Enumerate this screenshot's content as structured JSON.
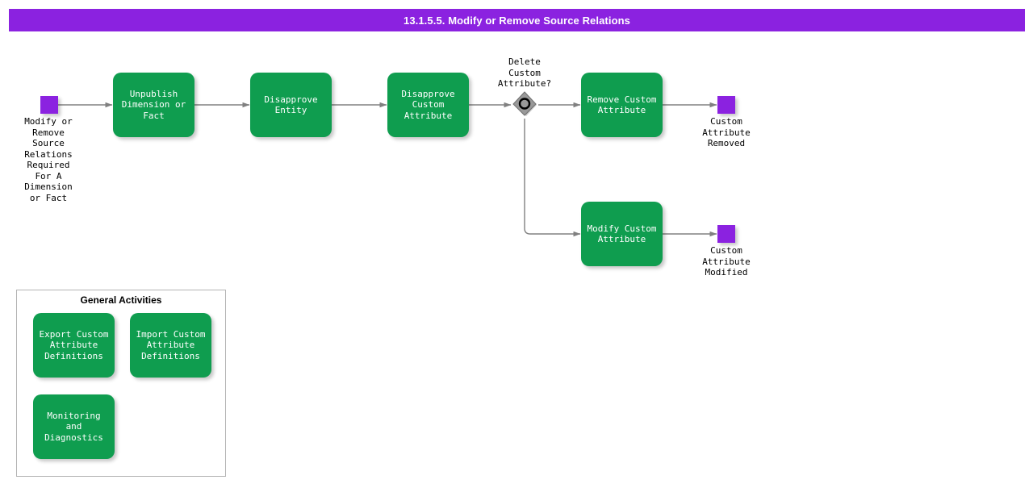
{
  "title_bar": {
    "text": "13.1.5.5. Modify or Remove Source Relations",
    "background": "#8b22e0",
    "text_color": "#ffffff"
  },
  "colors": {
    "task_green": "#0f9d4f",
    "event_purple": "#8b22e0",
    "gateway_gray": "#999999",
    "connector_gray": "#808080",
    "panel_border": "#b4b4b4"
  },
  "start_event": {
    "name": "start-event",
    "label": "Modify or\nRemove\nSource\nRelations\nRequired\nFor A\nDimension\nor Fact"
  },
  "tasks": [
    {
      "id": "unpublish-dimension-or-fact",
      "label": "Unpublish\nDimension or\nFact"
    },
    {
      "id": "disapprove-entity",
      "label": "Disapprove\nEntity"
    },
    {
      "id": "disapprove-custom-attribute",
      "label": "Disapprove\nCustom\nAttribute"
    },
    {
      "id": "remove-custom-attribute",
      "label": "Remove Custom\nAttribute"
    },
    {
      "id": "modify-custom-attribute",
      "label": "Modify Custom\nAttribute"
    }
  ],
  "gateway": {
    "id": "delete-custom-attribute-gateway",
    "label": "Delete\nCustom\nAttribute?",
    "type": "inclusive"
  },
  "end_events": [
    {
      "id": "custom-attribute-removed",
      "label": "Custom\nAttribute\nRemoved"
    },
    {
      "id": "custom-attribute-modified",
      "label": "Custom\nAttribute\nModified"
    }
  ],
  "general_activities": {
    "title": "General Activities",
    "items": [
      {
        "id": "export-custom-attribute-definitions",
        "label": "Export Custom\nAttribute\nDefinitions"
      },
      {
        "id": "import-custom-attribute-definitions",
        "label": "Import Custom\nAttribute\nDefinitions"
      },
      {
        "id": "monitoring-and-diagnostics",
        "label": "Monitoring and\nDiagnostics"
      }
    ]
  }
}
